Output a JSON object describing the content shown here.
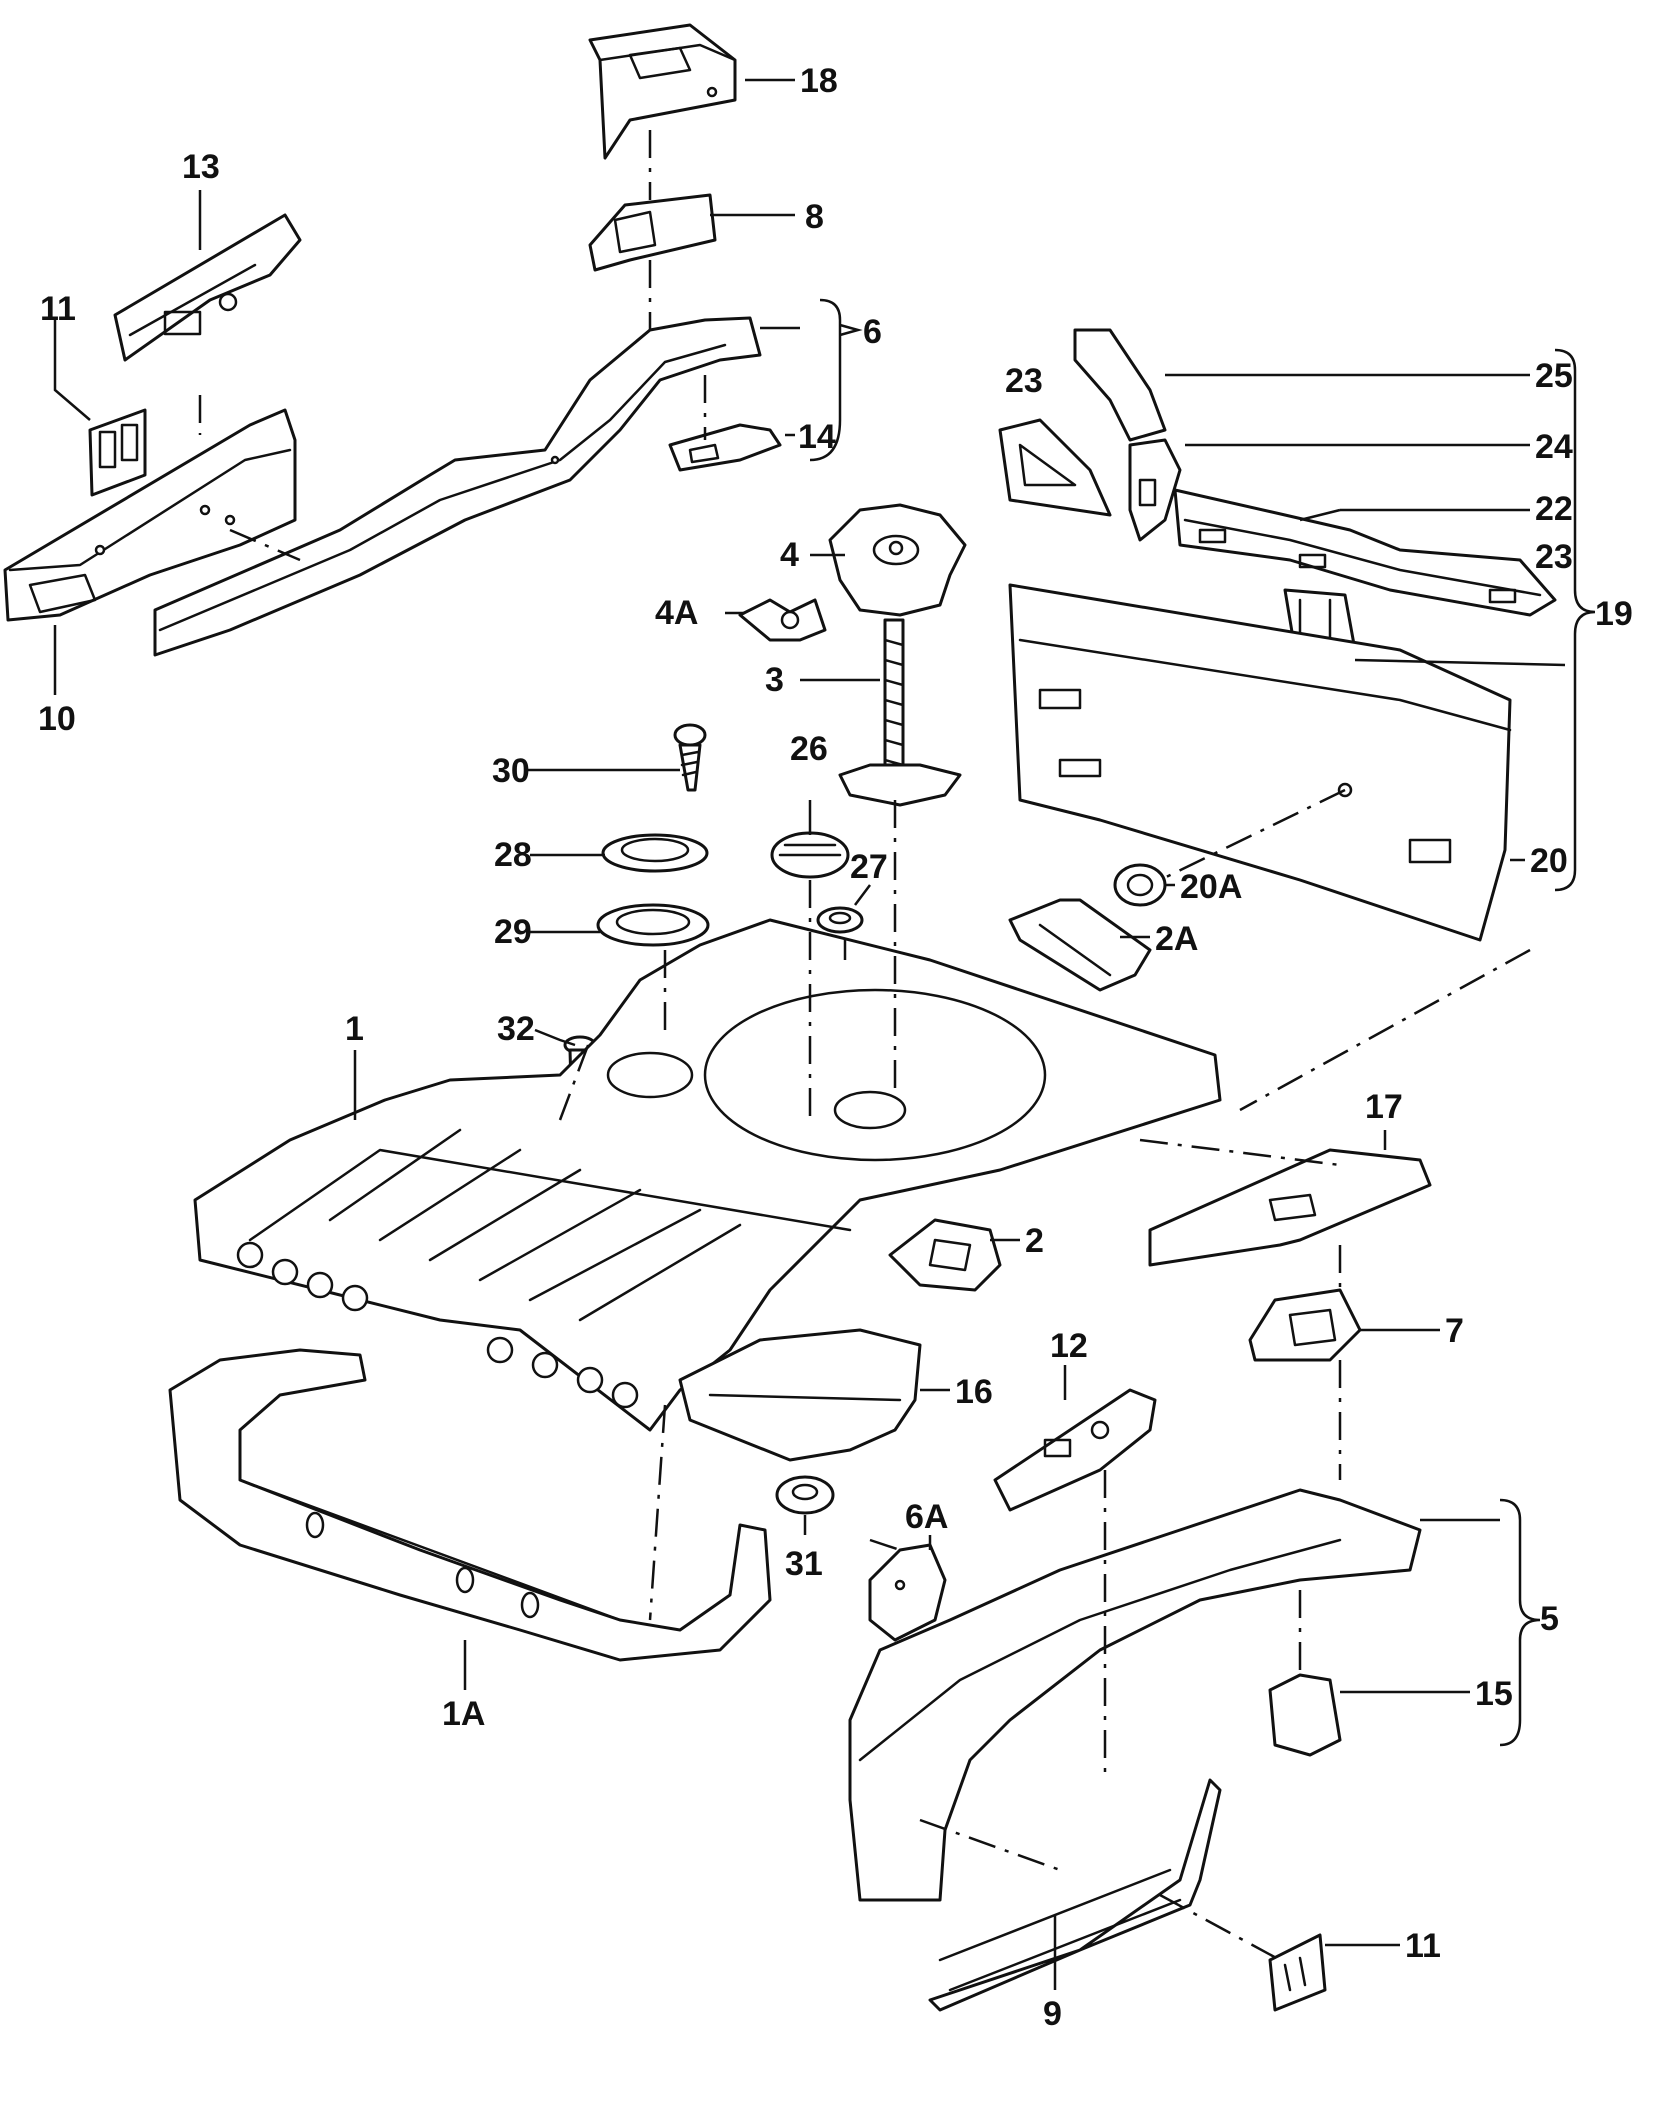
{
  "callouts": {
    "c1": "1",
    "c1A": "1A",
    "c2": "2",
    "c2A": "2A",
    "c3": "3",
    "c4": "4",
    "c4A": "4A",
    "c5": "5",
    "c6": "6",
    "c6A": "6A",
    "c7": "7",
    "c8": "8",
    "c9": "9",
    "c10": "10",
    "c11_top": "11",
    "c11_bottom": "11",
    "c12": "12",
    "c13": "13",
    "c14": "14",
    "c15": "15",
    "c16": "16",
    "c17": "17",
    "c18": "18",
    "c19": "19",
    "c20": "20",
    "c20A": "20A",
    "c22": "22",
    "c23_left": "23",
    "c23_right": "23",
    "c24": "24",
    "c25": "25",
    "c26": "26",
    "c27": "27",
    "c28": "28",
    "c29": "29",
    "c30": "30",
    "c31": "31",
    "c32": "32"
  }
}
